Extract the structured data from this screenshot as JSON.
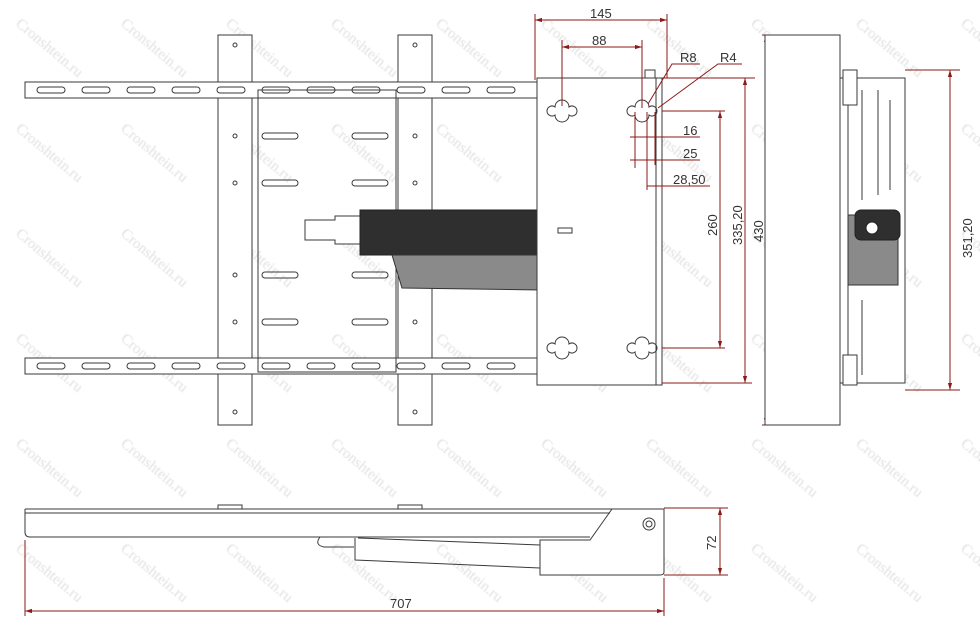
{
  "watermark": "Cronshtein.ru",
  "colors": {
    "dimension": "#8b1a1a",
    "outline": "#3a3a3a"
  },
  "front_view": {
    "dimensions": {
      "width_total": "145",
      "hole_spacing": "88",
      "radius_large": "R8",
      "radius_small": "R4",
      "slot_16": "16",
      "slot_25": "25",
      "edge_offset": "28,50",
      "vertical_holes": "260",
      "plate_height": "335,20",
      "overall_height": "430"
    }
  },
  "side_view": {
    "dimensions": {
      "depth_height": "351,20"
    }
  },
  "bottom_view": {
    "dimensions": {
      "extension": "707",
      "thickness": "72"
    }
  }
}
